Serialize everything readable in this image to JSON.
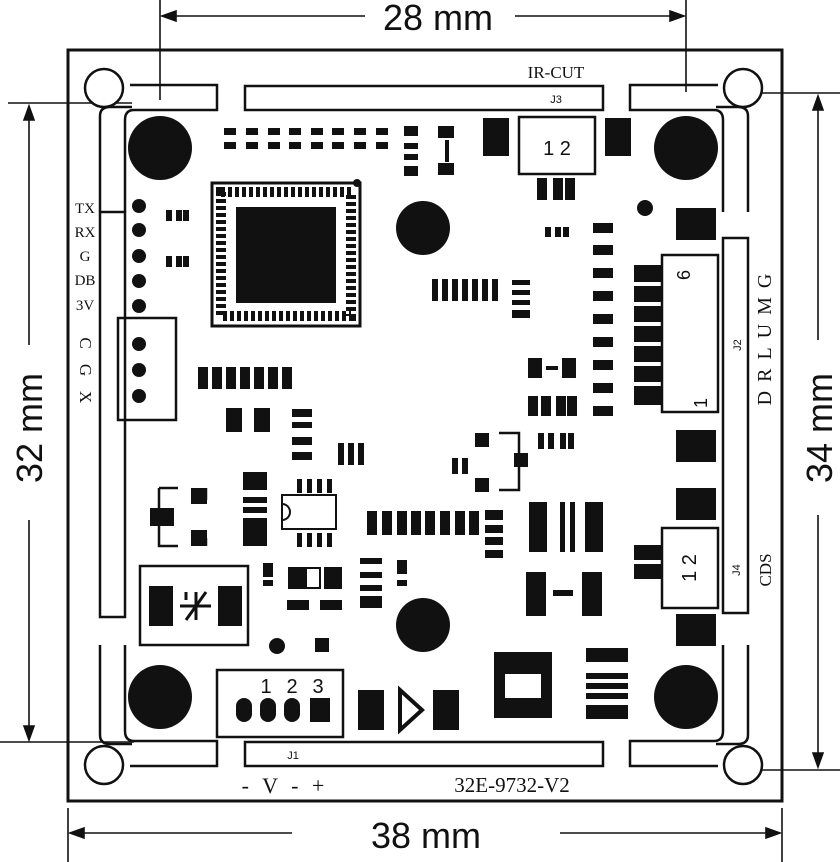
{
  "dimensions": {
    "top": "28 mm",
    "bottom": "38 mm",
    "left": "32 mm",
    "right": "34 mm"
  },
  "labels": {
    "ir_cut": "IR-CUT",
    "j1": "J1",
    "j2": "J2",
    "j3": "J3",
    "j4": "J4",
    "cds": "CDS",
    "model": "32E-9732-V2",
    "power": "- V - +",
    "side_pins": [
      "TX",
      "RX",
      "G",
      "DB",
      "3V"
    ],
    "video_pins": [
      "C",
      "G",
      "X"
    ],
    "j2_letters": "DRLUMG",
    "j2_pin_top": "6",
    "j2_pin_bottom": "1",
    "j3_pins": "1 2",
    "j4_pins": "1 2",
    "j1_pins": [
      "1",
      "2",
      "3"
    ]
  }
}
